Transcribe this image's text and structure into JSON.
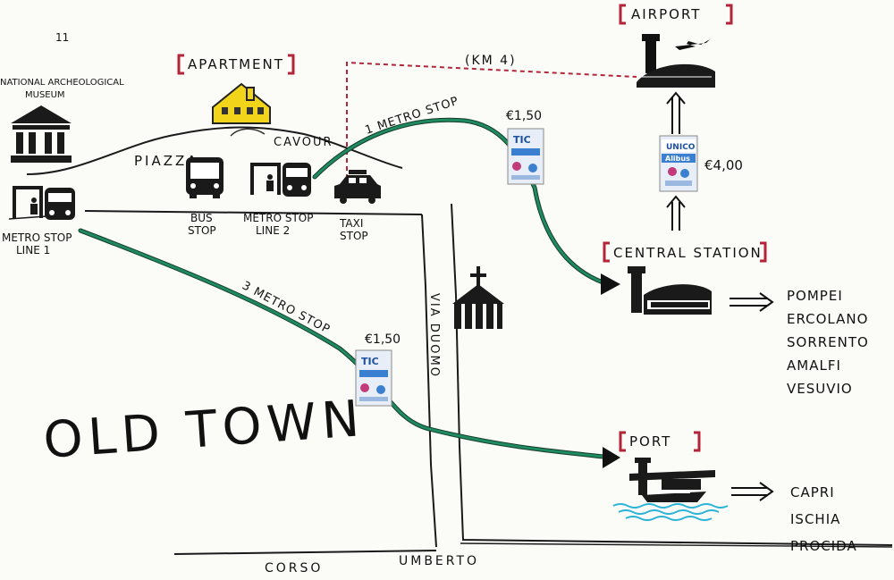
{
  "labels": {
    "airport": "AIRPORT",
    "apartment": "APARTMENT",
    "central_station": "CENTRAL STATION",
    "port": "PORT",
    "museum_line1": "NATIONAL ARCHEOLOGICAL",
    "museum_line2": "MUSEUM",
    "piazza": "PIAZZA",
    "cavour": "CAVOUR",
    "bus_stop_line1": "BUS",
    "bus_stop_line2": "STOP",
    "metro_line2_line1": "METRO STOP",
    "metro_line2_line2": "LINE 2",
    "taxi_line1": "TAXI",
    "taxi_line2": "STOP",
    "metro_line1_line1": "METRO STOP",
    "metro_line1_line2": "LINE 1",
    "km": "(KM 4)",
    "one_metro_stop": "1 METRO STOP",
    "three_metro_stop": "3 METRO STOP",
    "price_1_50_a": "€1,50",
    "price_1_50_b": "€1,50",
    "price_4_00": "€4,00",
    "via_duomo": "VIA DUOMO",
    "corso": "CORSO",
    "umberto": "UMBERTO",
    "old_town": "OLD TOWN",
    "ticket_tic": "TIC",
    "ticket_unico": "UNICO",
    "ticket_alibus": "Alibus",
    "page_marker": "11"
  },
  "destinations_station": [
    "POMPEI",
    "ERCOLANO",
    "SORRENTO",
    "AMALFI",
    "VESUVIO"
  ],
  "destinations_port": [
    "CAPRI",
    "ISCHIA",
    "PROCIDA"
  ],
  "colors": {
    "metro_line": "#1a7a55",
    "bracket": "#b3263a",
    "apartment_roof": "#f2d51a",
    "water": "#2bb3d8",
    "ink": "#111111",
    "ticket_blue": "#3a7fd0"
  }
}
